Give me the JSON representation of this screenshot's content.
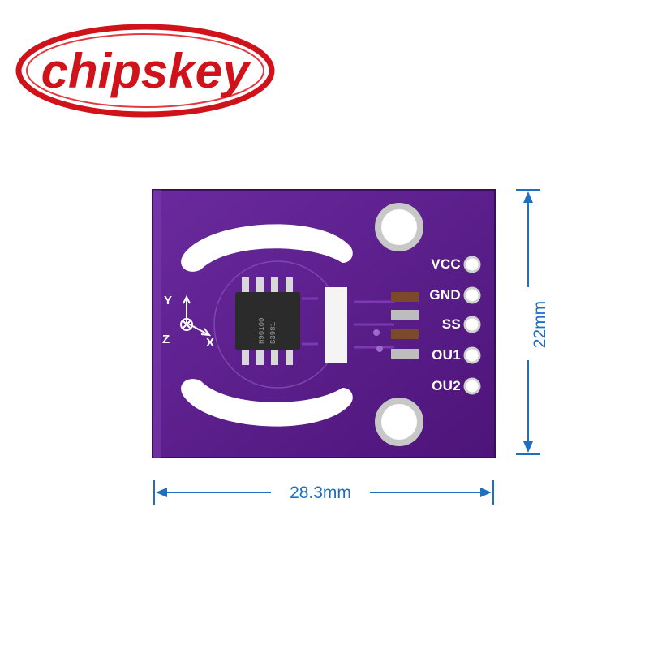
{
  "logo": {
    "text": "chipskey"
  },
  "board": {
    "pins": [
      {
        "label": "VCC"
      },
      {
        "label": "GND"
      },
      {
        "label": "SS"
      },
      {
        "label": "OU1"
      },
      {
        "label": "OU2"
      }
    ],
    "axes": {
      "x": "X",
      "y": "Y",
      "z": "Z"
    },
    "chip": {
      "marking_1": "H90100",
      "marking_2": "S3981"
    }
  },
  "dimensions": {
    "width": "28.3mm",
    "height": "22mm"
  },
  "colors": {
    "board": "#5a1a8c",
    "dimension": "#1f6fc0",
    "logo_red": "#d0121b"
  }
}
